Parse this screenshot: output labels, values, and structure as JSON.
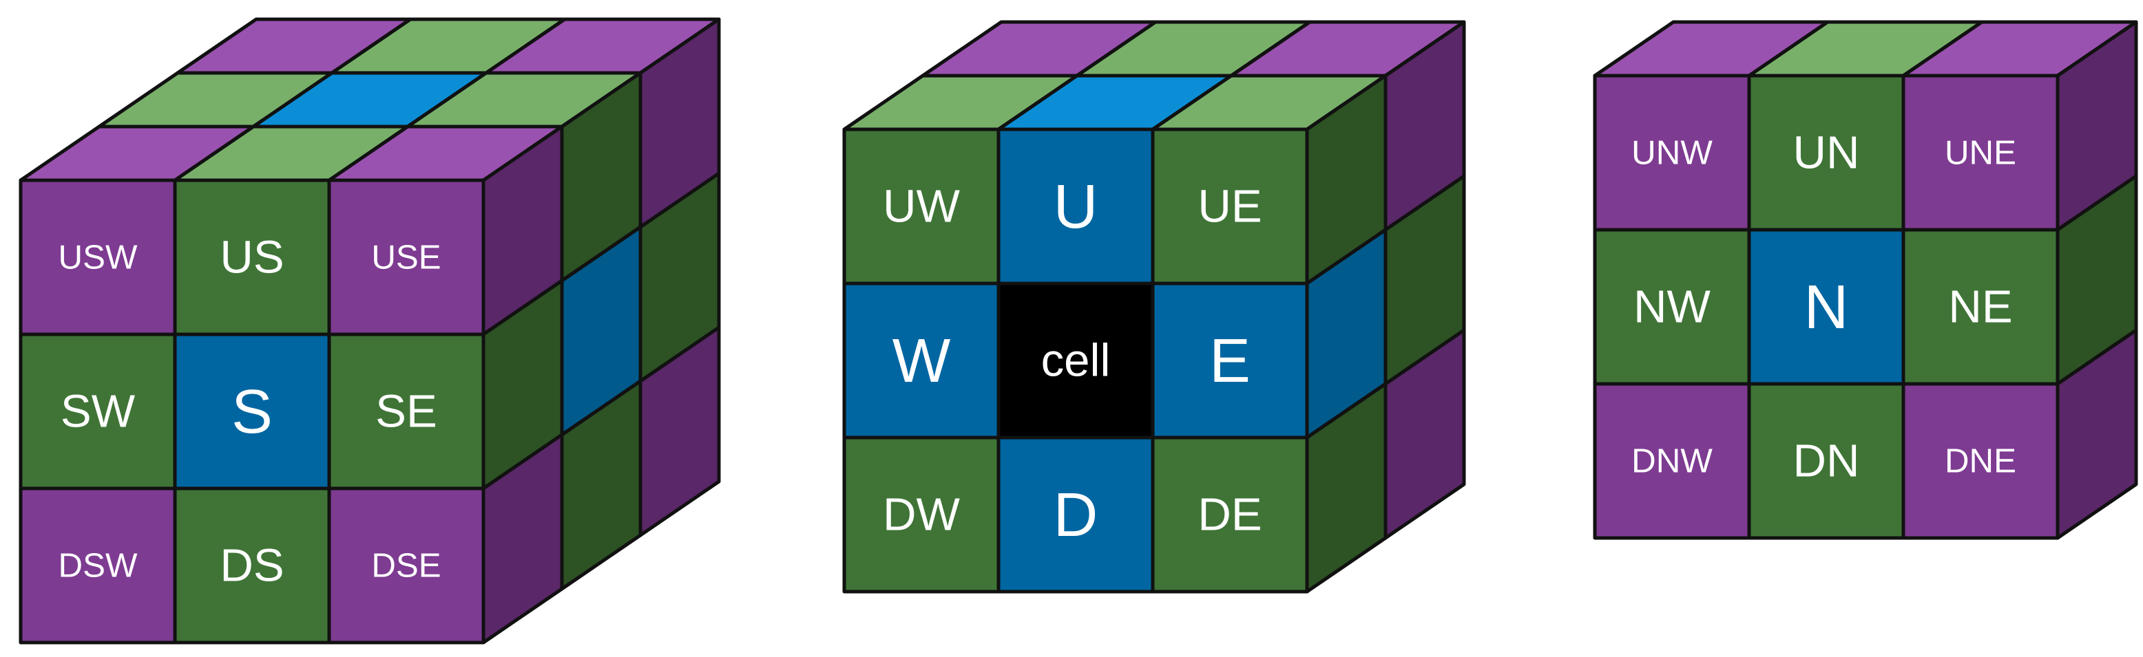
{
  "colors": {
    "purple_front": "#7e3b92",
    "purple_top": "#9a52b0",
    "purple_side": "#5a2768",
    "green_front": "#3f7436",
    "green_top": "#78b06a",
    "green_side": "#2d5224",
    "blue_front": "#0066a1",
    "blue_top": "#0b8ed6",
    "blue_side": "#005a8c",
    "black": "#000000",
    "outline": "#111111",
    "label": "#ffffff"
  },
  "cubes": [
    {
      "name": "south",
      "front": [
        [
          {
            "label": "USW",
            "color": "purple"
          },
          {
            "label": "US",
            "color": "green"
          },
          {
            "label": "USE",
            "color": "purple"
          }
        ],
        [
          {
            "label": "SW",
            "color": "green"
          },
          {
            "label": "S",
            "color": "blue"
          },
          {
            "label": "SE",
            "color": "green"
          }
        ],
        [
          {
            "label": "DSW",
            "color": "purple"
          },
          {
            "label": "DS",
            "color": "green"
          },
          {
            "label": "DSE",
            "color": "purple"
          }
        ]
      ],
      "top": [
        [
          "purple",
          "green",
          "purple"
        ],
        [
          "green",
          "blue",
          "green"
        ],
        [
          "purple",
          "green",
          "purple"
        ]
      ],
      "side": [
        [
          "purple",
          "green",
          "purple"
        ],
        [
          "green",
          "blue",
          "green"
        ],
        [
          "purple",
          "green",
          "purple"
        ]
      ]
    },
    {
      "name": "middle",
      "front": [
        [
          {
            "label": "UW",
            "color": "green"
          },
          {
            "label": "U",
            "color": "blue"
          },
          {
            "label": "UE",
            "color": "green"
          }
        ],
        [
          {
            "label": "W",
            "color": "blue"
          },
          {
            "label": "cell",
            "color": "black"
          },
          {
            "label": "E",
            "color": "blue"
          }
        ],
        [
          {
            "label": "DW",
            "color": "green"
          },
          {
            "label": "D",
            "color": "blue"
          },
          {
            "label": "DE",
            "color": "green"
          }
        ]
      ],
      "top": [
        [
          "purple",
          "green",
          "purple"
        ],
        [
          "green",
          "blue",
          "green"
        ]
      ],
      "side": [
        [
          "green",
          "purple"
        ],
        [
          "blue",
          "green"
        ],
        [
          "green",
          "purple"
        ]
      ]
    },
    {
      "name": "north",
      "front": [
        [
          {
            "label": "UNW",
            "color": "purple"
          },
          {
            "label": "UN",
            "color": "green"
          },
          {
            "label": "UNE",
            "color": "purple"
          }
        ],
        [
          {
            "label": "NW",
            "color": "green"
          },
          {
            "label": "N",
            "color": "blue"
          },
          {
            "label": "NE",
            "color": "green"
          }
        ],
        [
          {
            "label": "DNW",
            "color": "purple"
          },
          {
            "label": "DN",
            "color": "green"
          },
          {
            "label": "DNE",
            "color": "purple"
          }
        ]
      ],
      "top": [
        [
          "purple",
          "green",
          "purple"
        ]
      ],
      "side": [
        [
          "purple"
        ],
        [
          "green"
        ],
        [
          "purple"
        ]
      ]
    }
  ]
}
